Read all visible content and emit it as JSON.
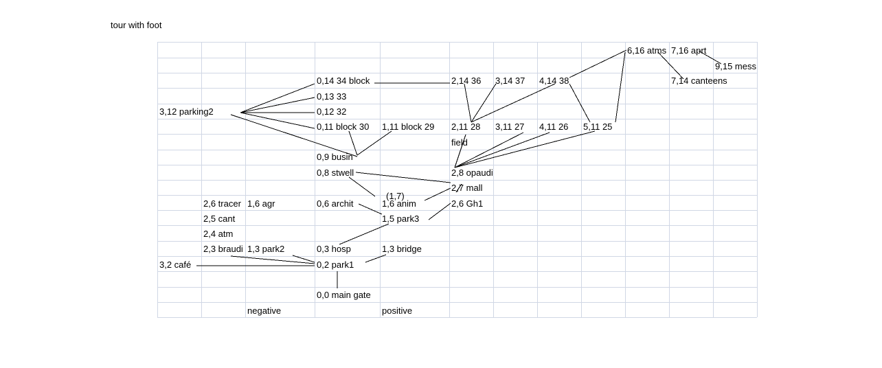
{
  "title": "tour with foot",
  "labels": {
    "n_6_16": "6,16  atms",
    "n_7_16": "7,16 aprt",
    "n_9_15": "9,15 mess",
    "n_0_14": "0,14 34 block",
    "n_2_14": "2,14  36",
    "n_3_14": "3,14 37",
    "n_4_14": "4,14 38",
    "n_7_14": "7,14 canteens",
    "n_0_13": "0,13 33",
    "n_3_12": "3,12 parking2",
    "n_0_12": "0,12  32",
    "n_0_11": "0,11 block 30",
    "n_1_11": "1,11 block 29",
    "n_2_11": "2,11 28",
    "n_3_11": "3,11 27",
    "n_4_11": "4,11 26",
    "n_5_11": "5,11 25",
    "field": "field",
    "n_0_9": "0,9 busin",
    "n_0_8": "0,8 stwell",
    "n_2_8": "2,8 opaudi",
    "n_2_7": "2,7 mall",
    "n_1_7": "(1,7)",
    "n_2_6a": "2,6 tracer",
    "n_1_6a": "1,6 agr",
    "n_0_6": "0,6 archit",
    "n_1_6b": "1,6 anim",
    "n_2_6b": "2,6 Gh1",
    "n_2_5": "2,5 cant",
    "n_1_5": "1,5 park3",
    "n_2_4": "2,4 atm",
    "n_2_3": "2,3 braudi",
    "n_1_3a": "1,3 park2",
    "n_0_3": "0,3 hosp",
    "n_1_3b": "1,3 bridge",
    "n_3_2": "3,2 café",
    "n_0_2": "0,2 park1",
    "n_0_0": "0,0 main gate",
    "negative": "negative",
    "positive": "positive"
  },
  "colors": {
    "grid": "#d0d7e5",
    "line": "#000000",
    "text": "#000000"
  }
}
